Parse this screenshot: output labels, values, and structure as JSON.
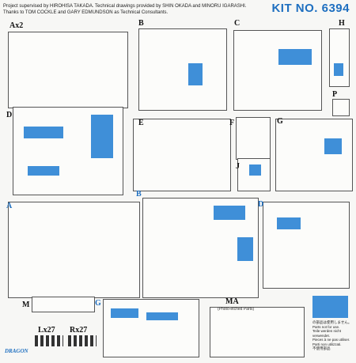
{
  "credits": {
    "line1": "Project supervised by HIROHISA TAKADA. Technical drawings provided by SHIN OKADA and MINORU IGARASHI.",
    "line2": "Thanks to TOM COCKLE and GARY EDMUNDSON as Technical Consultants."
  },
  "kit_number": "KIT NO. 6394",
  "sprues": {
    "a_x2": "Ax2",
    "b_top": "B",
    "c": "C",
    "h": "H",
    "p": "P",
    "d_left": "D",
    "e": "E",
    "f": "F",
    "g_right": "G",
    "j": "J",
    "a_mid": "A",
    "b_mid": "B",
    "d_right": "D",
    "m": "M",
    "g_bottom": "G",
    "ma": "MA",
    "ma_sub": "(Photo-etched Parts)",
    "lx27": "Lx27",
    "rx27": "Rx27"
  },
  "legend": {
    "lines": [
      "の部品は使用しません。",
      "Parts not for use.",
      "Teile werden nicht verwendet.",
      "Pieces à ne pas utiliser.",
      "Parti non utilizzati.",
      "不使用部品"
    ],
    "color": "#3f8fd8"
  },
  "logo": "DRAGON",
  "colors": {
    "accent": "#1e6fc0",
    "highlight": "#3f8fd8"
  }
}
